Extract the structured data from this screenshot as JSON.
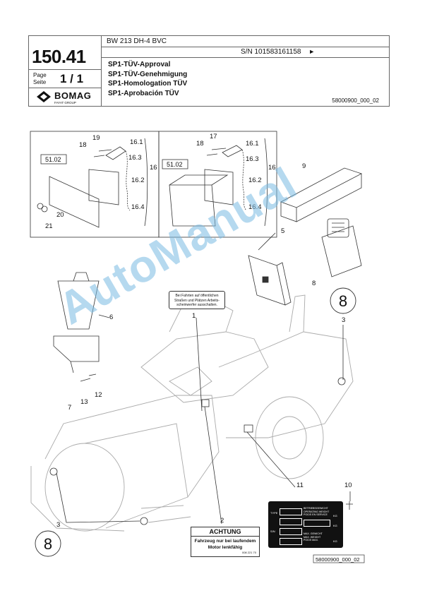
{
  "header": {
    "model": "BW 213 DH-4 BVC",
    "serial": "S/N 101583161158",
    "serial_arrow": "►",
    "page_number": "150.41",
    "page_label_1": "Page",
    "page_label_2": "Seite",
    "page_count": "1 / 1",
    "titles": [
      "SP1-TÜV-Approval",
      "SP1-TÜV-Genehmigung",
      "SP1-Homologation TÜV",
      "SP1-Aprobación TÜV"
    ],
    "doc_id": "58000900_000_02",
    "logo": {
      "word": "BOMAG",
      "subtitle": "FAYAT GROUP"
    }
  },
  "diagram": {
    "ref_box_left": "51.02",
    "ref_box_right": "51.02",
    "inset_left_labels": [
      "19",
      "18",
      "16.1",
      "16.3",
      "16",
      "16.2",
      "16.4",
      "20",
      "21"
    ],
    "inset_right_labels": [
      "17",
      "18",
      "16.1",
      "16.3",
      "16",
      "16.2",
      "16.4"
    ],
    "part_labels": [
      "9",
      "5",
      "8",
      "6",
      "1",
      "3",
      "7",
      "12",
      "13",
      "11",
      "10",
      "2",
      "3"
    ],
    "circle_badges": [
      "8",
      "8"
    ],
    "sign_text": [
      "Bei Fahrten auf öffentlichen",
      "Straßen und Plätzen Arbeits-",
      "scheinwerfer ausschalten."
    ],
    "warning_title": "ACHTUNG",
    "warning_text": [
      "Fahrzeug nur bei laufendem",
      "Motor lenkfähig"
    ],
    "warning_code": "008 221 70",
    "plate_rows_left": [
      "TYPE",
      "S/N"
    ],
    "plate_rows_right": [
      "BETRIEBSGEWICHT",
      "OPERATING WEIGHT",
      "POIDS EN SERVICE",
      "MAX. GEWICHT",
      "MAX. WEIGHT",
      "POIDS MAX."
    ],
    "plate_units": [
      "KG",
      "KG",
      "KG"
    ],
    "drawing_id": "58000900_000_02"
  },
  "watermark": "AutoManual"
}
